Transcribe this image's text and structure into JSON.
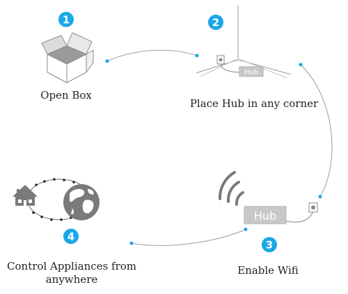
{
  "colors": {
    "badge": "#1aa7e8",
    "connector_dot": "#1aa7e8",
    "line": "#9a9a9a",
    "hub_fill": "#c8c8c8",
    "icon_gray": "#7a7a7a"
  },
  "steps": [
    {
      "number": "1",
      "caption": "Open Box"
    },
    {
      "number": "2",
      "caption": "Place Hub in any corner"
    },
    {
      "number": "3",
      "caption": "Enable Wifi"
    },
    {
      "number": "4",
      "caption_line1": "Control Appliances from",
      "caption_line2": "anywhere"
    }
  ],
  "hub_label_small": "Hub",
  "hub_label_large": "Hub",
  "icons": [
    "box-icon",
    "room-corner-icon",
    "wifi-icon",
    "house-icon",
    "globe-icon",
    "power-outlet-icon"
  ]
}
